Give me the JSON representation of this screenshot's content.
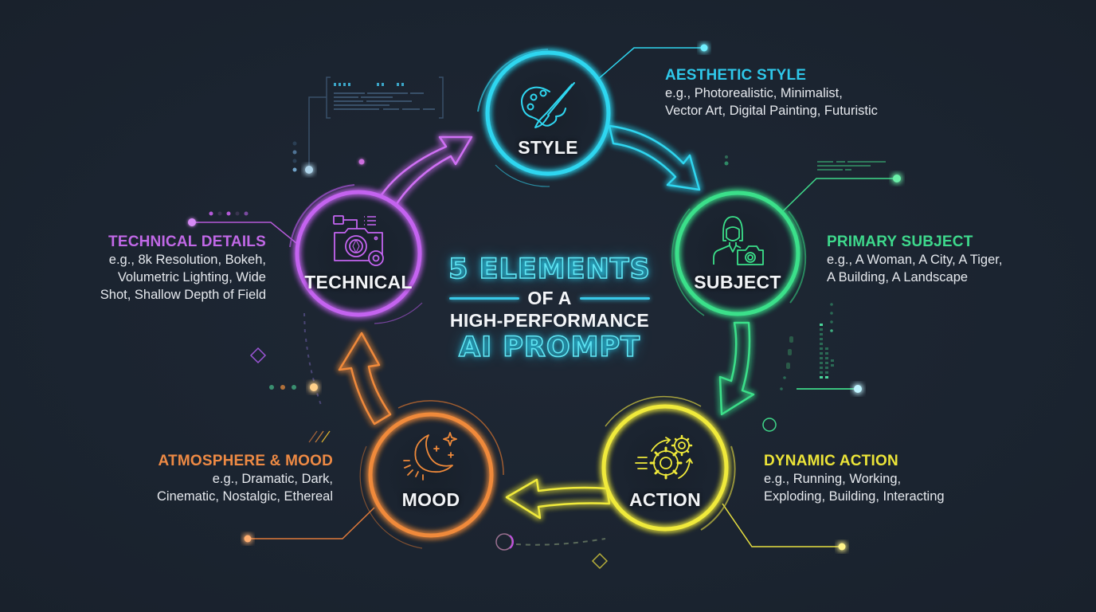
{
  "title": {
    "line1": "5 ELEMENTS",
    "line2": "OF A",
    "line3": "HIGH-PERFORMANCE",
    "line4": "AI PROMPT"
  },
  "colors": {
    "background": "#1b2430",
    "style": "#2fd6f0",
    "subject": "#3be08a",
    "action": "#f0ea3a",
    "mood": "#f08a3a",
    "technical": "#c464f0"
  },
  "nodes": {
    "style": {
      "label": "STYLE",
      "icon": "palette-brush-icon",
      "heading": "AESTHETIC STYLE",
      "lines": [
        "e.g., Photorealistic, Minimalist,",
        "Vector Art, Digital Painting, Futuristic"
      ]
    },
    "subject": {
      "label": "SUBJECT",
      "icon": "person-camera-icon",
      "heading": "PRIMARY SUBJECT",
      "lines": [
        "e.g., A Woman, A City, A Tiger,",
        "A Building, A Landscape"
      ]
    },
    "action": {
      "label": "ACTION",
      "icon": "gears-motion-icon",
      "heading": "DYNAMIC ACTION",
      "lines": [
        "e.g., Running, Working,",
        "Exploding, Building, Interacting"
      ]
    },
    "mood": {
      "label": "MOOD",
      "icon": "moon-stars-icon",
      "heading": "ATMOSPHERE & MOOD",
      "lines": [
        "e.g., Dramatic, Dark,",
        "Cinematic, Nostalgic, Ethereal"
      ]
    },
    "technical": {
      "label": "TECHNICAL",
      "icon": "camera-settings-icon",
      "heading": "TECHNICAL DETAILS",
      "lines": [
        "e.g., 8k Resolution, Bokeh,",
        "Volumetric Lighting, Wide",
        "Shot, Shallow Depth of Field"
      ]
    }
  },
  "flow": [
    "STYLE",
    "SUBJECT",
    "ACTION",
    "MOOD",
    "TECHNICAL"
  ]
}
